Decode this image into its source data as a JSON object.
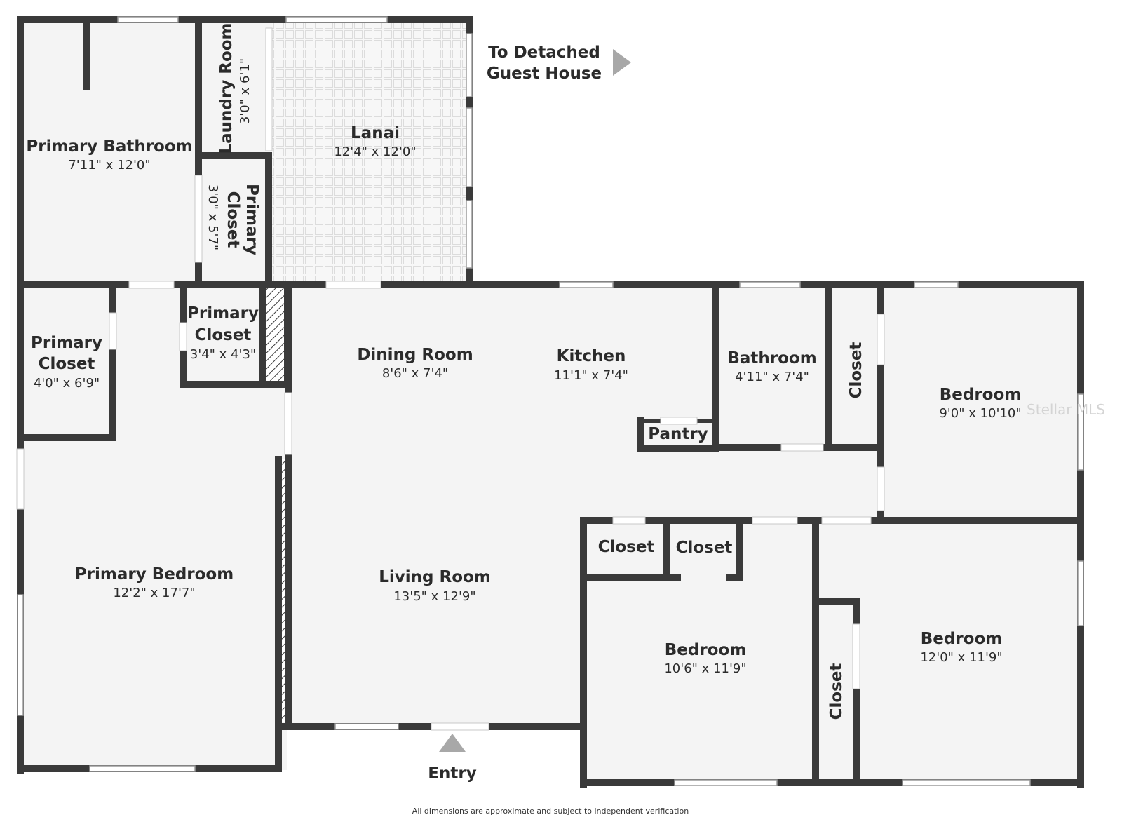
{
  "rooms": {
    "primary_bathroom": {
      "name": "Primary Bathroom",
      "dims": "7'11\" x 12'0\""
    },
    "laundry_room": {
      "name": "Laundry Room",
      "dims": "3'0\" x 6'1\""
    },
    "lanai": {
      "name": "Lanai",
      "dims": "12'4\" x 12'0\""
    },
    "primary_closet_upper": {
      "name_line1": "Primary",
      "name_line2": "Closet",
      "dims": "3'0\" x 5'7\""
    },
    "primary_closet_left": {
      "name_line1": "Primary",
      "name_line2": "Closet",
      "dims": "4'0\" x 6'9\""
    },
    "primary_closet_mid": {
      "name_line1": "Primary",
      "name_line2": "Closet",
      "dims": "3'4\" x 4'3\""
    },
    "dining_room": {
      "name": "Dining Room",
      "dims": "8'6\" x 7'4\""
    },
    "kitchen": {
      "name": "Kitchen",
      "dims": "11'1\" x 7'4\""
    },
    "pantry": {
      "name": "Pantry"
    },
    "bathroom": {
      "name": "Bathroom",
      "dims": "4'11\" x 7'4\""
    },
    "closet_hall": {
      "name": "Closet"
    },
    "bedroom_ne": {
      "name": "Bedroom",
      "dims": "9'0\" x 10'10\""
    },
    "primary_bedroom": {
      "name": "Primary Bedroom",
      "dims": "12'2\" x 17'7\""
    },
    "living_room": {
      "name": "Living Room",
      "dims": "13'5\" x 12'9\""
    },
    "closet_a": {
      "name": "Closet"
    },
    "closet_b": {
      "name": "Closet"
    },
    "bedroom_sw": {
      "name": "Bedroom",
      "dims": "10'6\" x 11'9\""
    },
    "closet_c": {
      "name": "Closet"
    },
    "bedroom_se": {
      "name": "Bedroom",
      "dims": "12'0\" x 11'9\""
    }
  },
  "guest_house": {
    "line1": "To Detached",
    "line2": "Guest House"
  },
  "entry": {
    "label": "Entry"
  },
  "footer": {
    "disclaimer": "All dimensions are approximate and subject to independent verification"
  },
  "watermark": {
    "text": "Stellar MLS"
  },
  "colors": {
    "wall": "#3a3a3a",
    "floor": "#f4f4f4",
    "window": "#ffffff",
    "arrow": "#a8a8a8",
    "tile_line": "#e2e2e2"
  }
}
